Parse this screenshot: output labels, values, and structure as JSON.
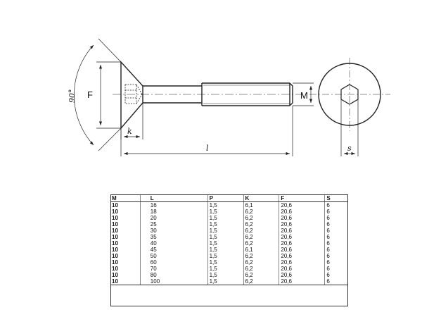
{
  "drawing": {
    "label_F": "F",
    "label_M": "M",
    "label_k": "k",
    "label_l": "l",
    "label_s": "s",
    "label_angle": "90°"
  },
  "table": {
    "headers": [
      "M",
      "L",
      "P",
      "K",
      "F",
      "S"
    ],
    "rows": [
      [
        "10",
        "16",
        "1,5",
        "6,1",
        "20,6",
        "6"
      ],
      [
        "10",
        "18",
        "1,5",
        "6,2",
        "20,6",
        "6"
      ],
      [
        "10",
        "20",
        "1,5",
        "6,2",
        "20,6",
        "6"
      ],
      [
        "10",
        "25",
        "1,5",
        "6,2",
        "20,6",
        "6"
      ],
      [
        "10",
        "30",
        "1,5",
        "6,2",
        "20,6",
        "6"
      ],
      [
        "10",
        "35",
        "1,5",
        "6,2",
        "20,6",
        "6"
      ],
      [
        "10",
        "40",
        "1,5",
        "6,2",
        "20,6",
        "6"
      ],
      [
        "10",
        "45",
        "1,5",
        "6,1",
        "20,6",
        "6"
      ],
      [
        "10",
        "50",
        "1,5",
        "6,2",
        "20,6",
        "6"
      ],
      [
        "10",
        "60",
        "1,5",
        "6,2",
        "20,6",
        "6"
      ],
      [
        "10",
        "70",
        "1,5",
        "6,2",
        "20,6",
        "6"
      ],
      [
        "10",
        "80",
        "1,5",
        "6,2",
        "20,6",
        "6"
      ],
      [
        "10",
        "100",
        "1,5",
        "6,2",
        "20,6",
        "6"
      ]
    ]
  }
}
